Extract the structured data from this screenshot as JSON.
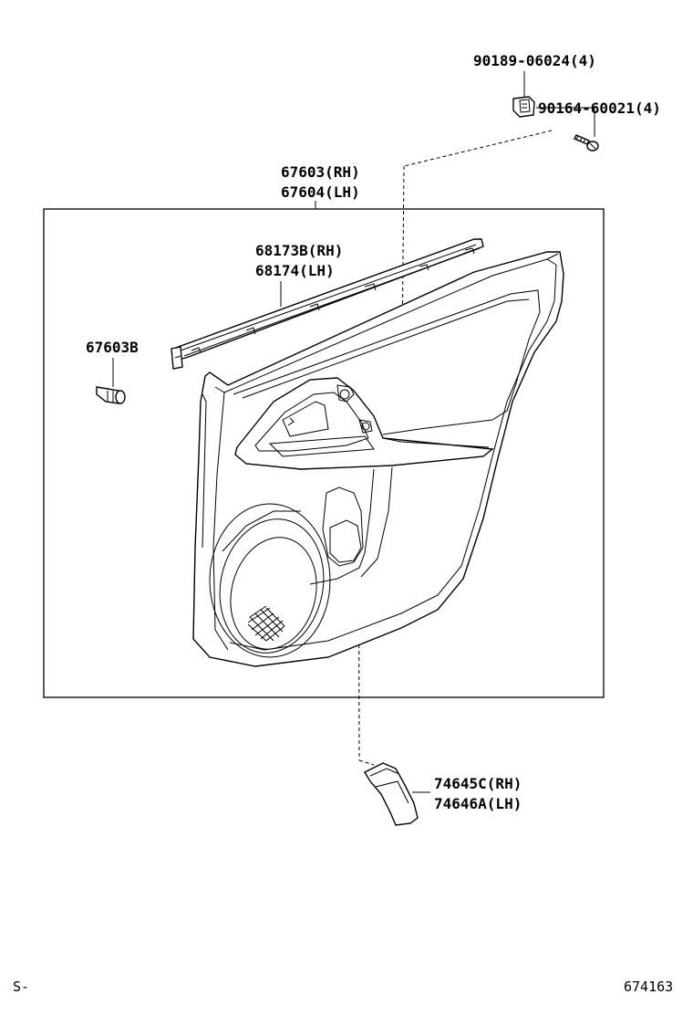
{
  "labels": {
    "clip_90189": "90189-06024(4)",
    "screw_90164": "90164-60021(4)",
    "panel_rh": "67603(RH)",
    "panel_lh": "67604(LH)",
    "weatherstrip_rh": "68173B(RH)",
    "weatherstrip_lh": "68174(LH)",
    "clip_67603b": "67603B",
    "trim_rh": "74645C(RH)",
    "trim_lh": "74646A(LH)"
  },
  "footer": {
    "left": "S-",
    "right": "674163"
  }
}
